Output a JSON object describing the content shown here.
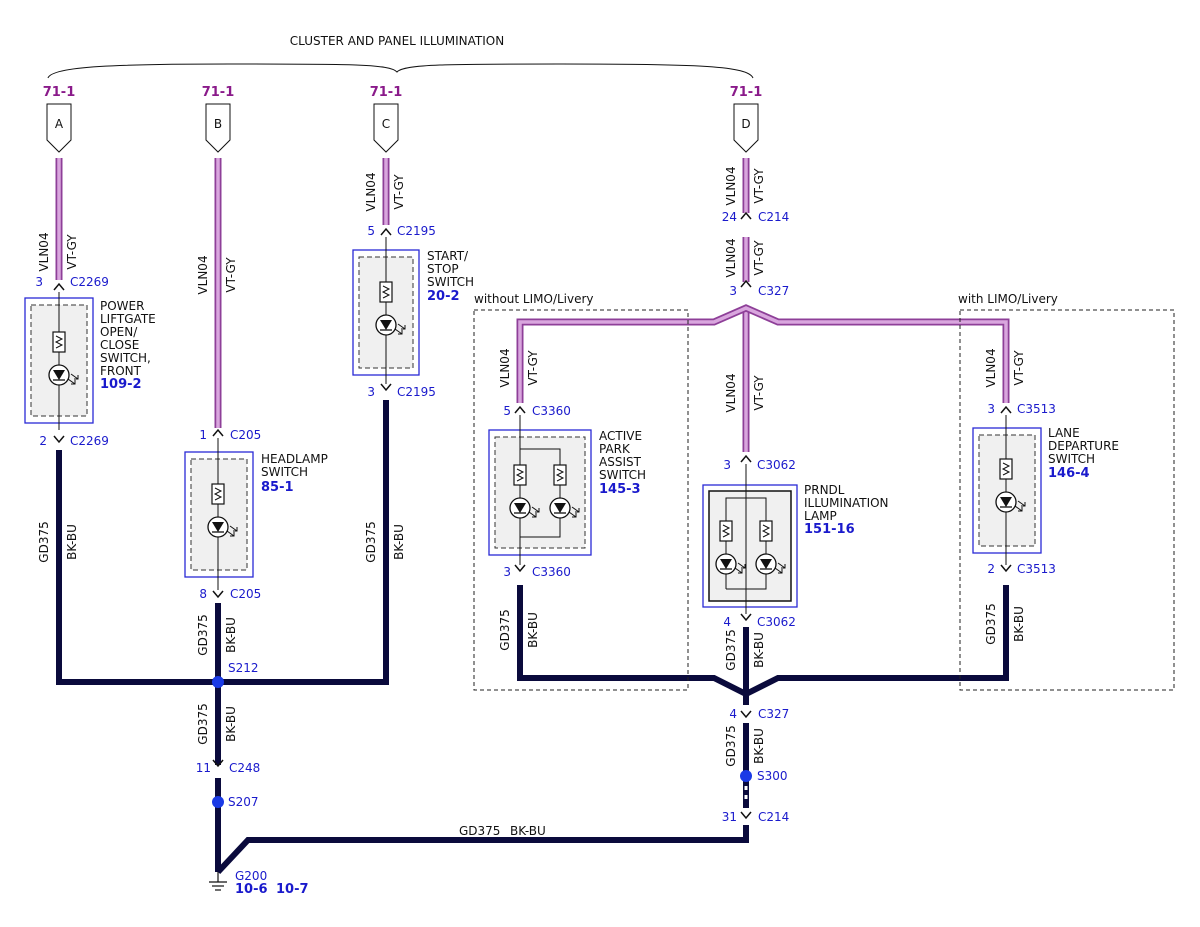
{
  "title": "CLUSTER AND PANEL ILLUMINATION",
  "colors": {
    "violet_wire": "#d9a6de",
    "violet_wire_edge": "#8e3f98",
    "black_wire": "#0a0a3c",
    "splice": "#1a3ae6",
    "pin_text": "#1a1acc",
    "ref_text": "#8a1a8a"
  },
  "refs": {
    "a": {
      "page": "71-1",
      "letter": "A"
    },
    "b": {
      "page": "71-1",
      "letter": "B"
    },
    "c": {
      "page": "71-1",
      "letter": "C"
    },
    "d": {
      "page": "71-1",
      "letter": "D"
    }
  },
  "wire": {
    "feed_circuit": "VLN04",
    "feed_color": "VT-GY",
    "ground_circuit": "GD375",
    "ground_color": "BK-BU"
  },
  "groups": {
    "without": "without LIMO/Livery",
    "with": "with LIMO/Livery"
  },
  "pins": {
    "a_in": {
      "pin": "3",
      "conn": "C2269"
    },
    "a_out": {
      "pin": "2",
      "conn": "C2269"
    },
    "b_in": {
      "pin": "1",
      "conn": "C205"
    },
    "b_out": {
      "pin": "8",
      "conn": "C205"
    },
    "c_in": {
      "pin": "5",
      "conn": "C2195"
    },
    "c_out": {
      "pin": "3",
      "conn": "C2195"
    },
    "d_c214": {
      "pin": "24",
      "conn": "C214"
    },
    "d_c327": {
      "pin": "3",
      "conn": "C327"
    },
    "e_in": {
      "pin": "5",
      "conn": "C3360"
    },
    "e_out": {
      "pin": "3",
      "conn": "C3360"
    },
    "f_in": {
      "pin": "3",
      "conn": "C3062"
    },
    "f_out": {
      "pin": "4",
      "conn": "C3062"
    },
    "g_in": {
      "pin": "3",
      "conn": "C3513"
    },
    "g_out": {
      "pin": "2",
      "conn": "C3513"
    },
    "c248": {
      "pin": "11",
      "conn": "C248"
    },
    "c327_gnd": {
      "pin": "4",
      "conn": "C327"
    },
    "c214_gnd": {
      "pin": "31",
      "conn": "C214"
    }
  },
  "splices": {
    "s212": "S212",
    "s207": "S207",
    "s300": "S300"
  },
  "ground": {
    "id": "G200",
    "ref1": "10-6",
    "ref2": "10-7"
  },
  "components": {
    "power_liftgate": {
      "lines": [
        "POWER",
        "LIFTGATE",
        "OPEN/",
        "CLOSE",
        "SWITCH,",
        "FRONT"
      ],
      "ref": "109-2"
    },
    "headlamp": {
      "lines": [
        "HEADLAMP",
        "SWITCH"
      ],
      "ref": "85-1"
    },
    "start_stop": {
      "lines": [
        "START/",
        "STOP",
        "SWITCH"
      ],
      "ref": "20-2"
    },
    "park_assist": {
      "lines": [
        "ACTIVE",
        "PARK",
        "ASSIST",
        "SWITCH"
      ],
      "ref": "145-3"
    },
    "prndl": {
      "lines": [
        "PRNDL",
        "ILLUMINATION",
        "LAMP"
      ],
      "ref": "151-16"
    },
    "lane_departure": {
      "lines": [
        "LANE",
        "DEPARTURE",
        "SWITCH"
      ],
      "ref": "146-4"
    }
  }
}
